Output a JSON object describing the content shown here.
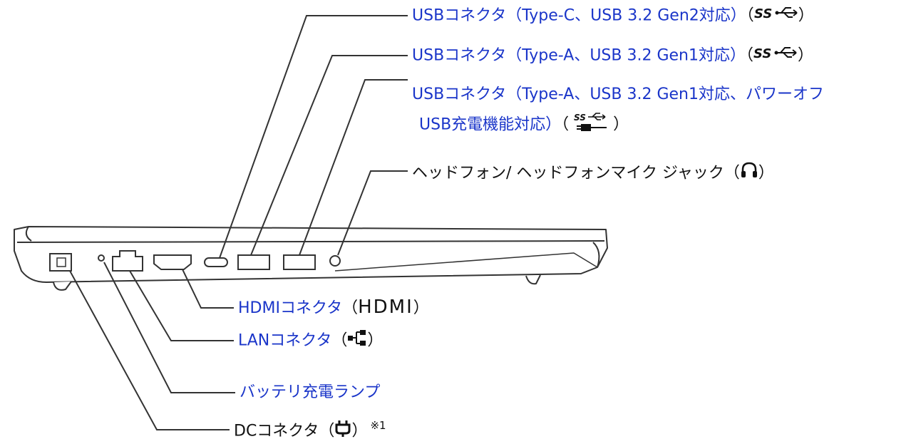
{
  "callouts": {
    "usb_c": {
      "link": "USBコネクタ（Type-C、USB 3.2 Gen2対応）",
      "open": "（",
      "close": "）"
    },
    "usb_a1": {
      "link": "USBコネクタ（Type-A、USB 3.2 Gen1対応）",
      "open": "（",
      "close": "）"
    },
    "usb_a2": {
      "link_line1": "USBコネクタ（Type-A、USB 3.2 Gen1対応、パワーオフ",
      "link_line2": "USB充電機能対応）",
      "open": "（ ",
      "close": " ）"
    },
    "headphone": {
      "text": "ヘッドフォン/ ヘッドフォンマイク ジャック（",
      "close": "）"
    },
    "hdmi": {
      "link": "HDMIコネクタ",
      "open": "（",
      "logo": "HDMI",
      "close": "）"
    },
    "lan": {
      "link": "LANコネクタ",
      "open": "（",
      "close": "）"
    },
    "battery": {
      "link": "バッテリ充電ランプ"
    },
    "dc": {
      "text": "DCコネクタ（",
      "close": "）",
      "note": "※1"
    }
  },
  "icons": {
    "superspeed": "ss-usb-icon",
    "power_off_usb": "ss-usb-power-icon",
    "headphone": "headphone-icon",
    "lan": "lan-icon",
    "dc": "dc-plug-icon"
  },
  "colors": {
    "link": "#1a35c9",
    "text": "#111111",
    "line": "#333333"
  }
}
